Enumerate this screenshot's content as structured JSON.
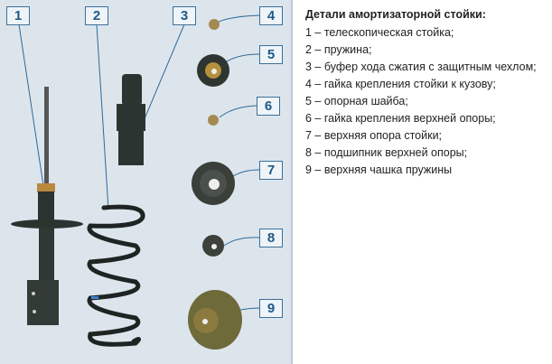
{
  "legend": {
    "title": "Детали амортизаторной стойки:",
    "items": [
      "1 – телескопическая стойка;",
      "2 – пружина;",
      "3 – буфер хода сжатия с защитным чехлом;",
      "4 – гайка крепления стойки к кузову;",
      "5 – опорная шайба;",
      "6 – гайка крепления верхней опоры;",
      "7 – верхняя опора стойки;",
      "8 – подшипник верхней опоры;",
      "9 – верхняя чашка пружины"
    ]
  },
  "callouts": [
    "1",
    "2",
    "3",
    "4",
    "5",
    "6",
    "7",
    "8",
    "9"
  ]
}
